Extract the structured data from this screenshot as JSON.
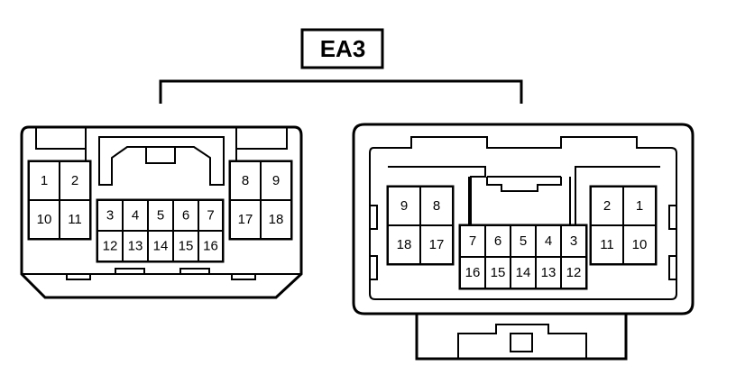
{
  "title": "EA3",
  "connectors": [
    {
      "name": "left",
      "pins": [
        "1",
        "2",
        "10",
        "11",
        "3",
        "4",
        "5",
        "6",
        "7",
        "12",
        "13",
        "14",
        "15",
        "16",
        "8",
        "9",
        "17",
        "18"
      ]
    },
    {
      "name": "right",
      "pins": [
        "9",
        "8",
        "18",
        "17",
        "7",
        "6",
        "5",
        "4",
        "3",
        "16",
        "15",
        "14",
        "13",
        "12",
        "2",
        "1",
        "11",
        "10"
      ]
    }
  ]
}
